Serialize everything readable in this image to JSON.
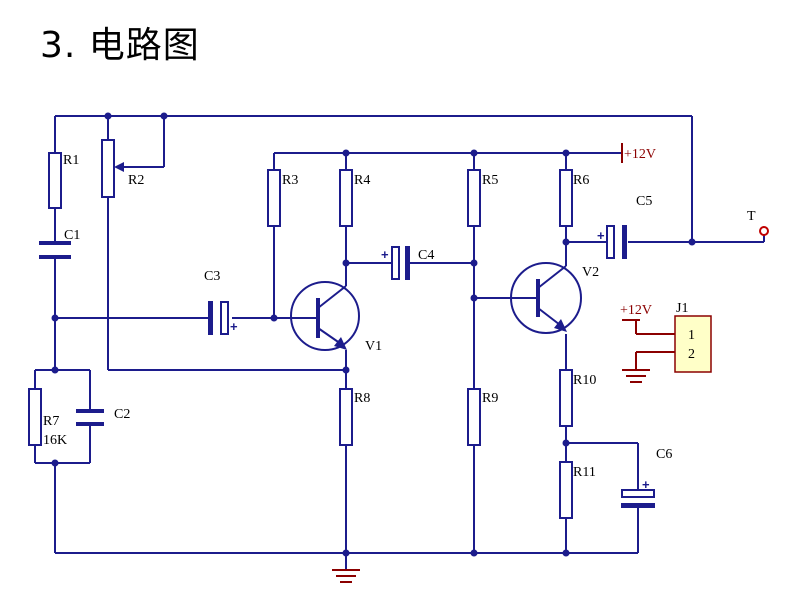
{
  "heading": "3. 电路图",
  "components": {
    "r1": "R1",
    "r2": "R2",
    "r3": "R3",
    "r4": "R4",
    "r5": "R5",
    "r6": "R6",
    "r7": "R7",
    "r7_value": "16K",
    "r8": "R8",
    "r9": "R9",
    "r10": "R10",
    "r11": "R11",
    "c1": "C1",
    "c2": "C2",
    "c3": "C3",
    "c4": "C4",
    "c5": "C5",
    "c6": "C6",
    "v1": "V1",
    "v2": "V2",
    "j1": "J1",
    "j1_pin1": "1",
    "j1_pin2": "2"
  },
  "supply": {
    "main": "+12V",
    "connector": "+12V"
  },
  "output_terminal": "T",
  "colors": {
    "wire": "#1c1c8c",
    "power": "#8b0000",
    "connector_fill": "#ffffc8"
  }
}
